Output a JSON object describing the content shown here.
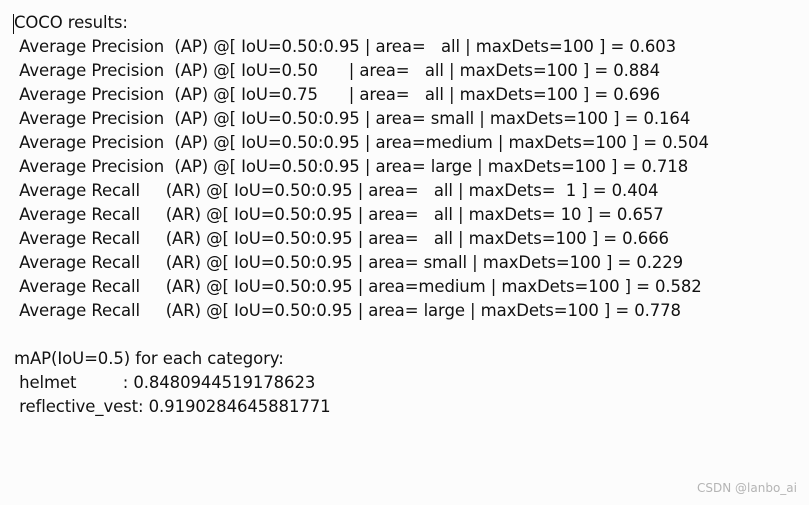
{
  "document": {
    "header": "COCO results:",
    "metrics": [
      " Average Precision  (AP) @[ IoU=0.50:0.95 | area=   all | maxDets=100 ] = 0.603",
      " Average Precision  (AP) @[ IoU=0.50      | area=   all | maxDets=100 ] = 0.884",
      " Average Precision  (AP) @[ IoU=0.75      | area=   all | maxDets=100 ] = 0.696",
      " Average Precision  (AP) @[ IoU=0.50:0.95 | area= small | maxDets=100 ] = 0.164",
      " Average Precision  (AP) @[ IoU=0.50:0.95 | area=medium | maxDets=100 ] = 0.504",
      " Average Precision  (AP) @[ IoU=0.50:0.95 | area= large | maxDets=100 ] = 0.718",
      " Average Recall     (AR) @[ IoU=0.50:0.95 | area=   all | maxDets=  1 ] = 0.404",
      " Average Recall     (AR) @[ IoU=0.50:0.95 | area=   all | maxDets= 10 ] = 0.657",
      " Average Recall     (AR) @[ IoU=0.50:0.95 | area=   all | maxDets=100 ] = 0.666",
      " Average Recall     (AR) @[ IoU=0.50:0.95 | area= small | maxDets=100 ] = 0.229",
      " Average Recall     (AR) @[ IoU=0.50:0.95 | area=medium | maxDets=100 ] = 0.582",
      " Average Recall     (AR) @[ IoU=0.50:0.95 | area= large | maxDets=100 ] = 0.778"
    ],
    "category_header": "mAP(IoU=0.5) for each category:",
    "categories": [
      " helmet         : 0.8480944519178623",
      " reflective_vest: 0.9190284645881771"
    ]
  },
  "watermark": "CSDN @lanbo_ai"
}
